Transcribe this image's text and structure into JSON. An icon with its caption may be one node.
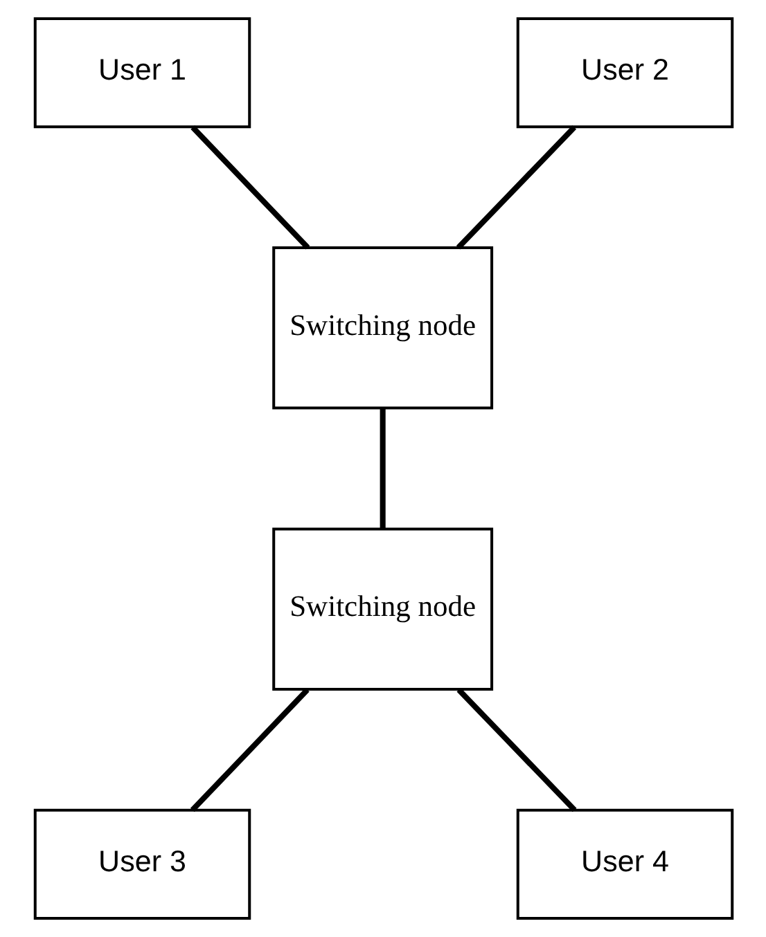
{
  "diagram": {
    "nodes": [
      {
        "text": [
          "User 1"
        ]
      },
      {
        "text": [
          "User 2"
        ]
      },
      {
        "text": [
          "Switching node"
        ]
      },
      {
        "text": [
          "Switching node"
        ]
      },
      {
        "text": [
          "User 3"
        ]
      },
      {
        "text": [
          "User 4"
        ]
      }
    ],
    "edges": [
      {
        "from": 0,
        "to": 2,
        "arrow": "none"
      },
      {
        "from": 1,
        "to": 2,
        "arrow": "none"
      },
      {
        "from": 2,
        "to": 3,
        "arrow": "none"
      },
      {
        "from": 3,
        "to": 4,
        "arrow": "none"
      },
      {
        "from": 3,
        "to": 5,
        "arrow": "none"
      }
    ]
  }
}
